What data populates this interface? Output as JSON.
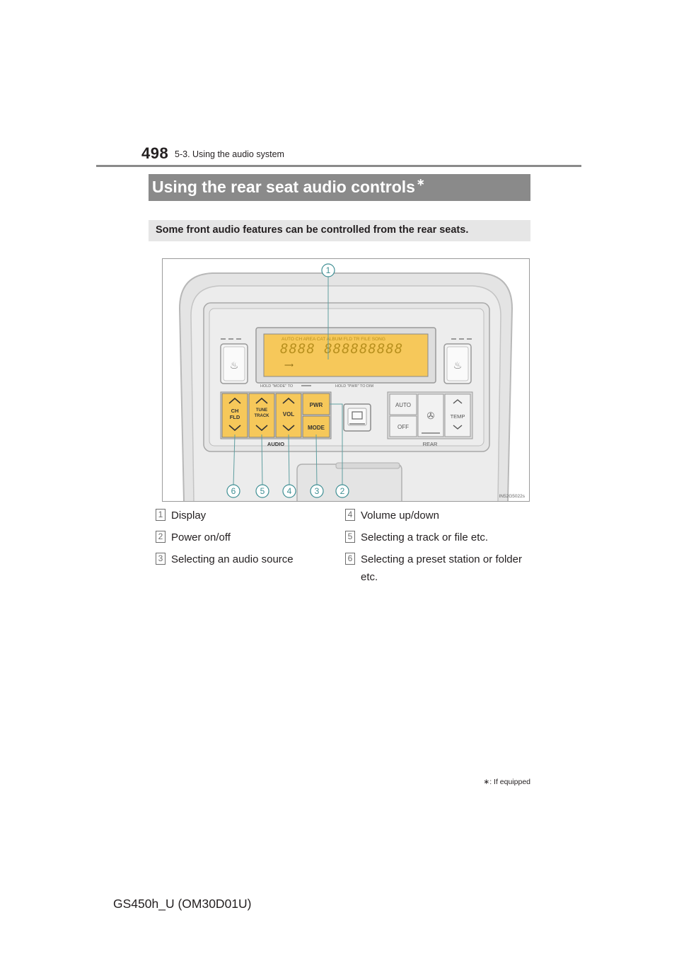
{
  "header": {
    "page_number": "498",
    "section": "5-3. Using the audio system"
  },
  "title": {
    "text": "Using the rear seat audio controls",
    "mark": "∗"
  },
  "summary": "Some front audio features can be controlled from the rear seats.",
  "figure": {
    "code": "IN52G5022s",
    "display_top_text": "AUTO CH AREA CAT ALBUM FLD TR FILE SONG",
    "display_digits": "8888  888888888",
    "hold_mode_text": "HOLD \"MODE\" TO",
    "hold_pwr_text": "HOLD \"PWR\" TO DIM",
    "buttons": {
      "ch": "CH",
      "fld": "FLD",
      "tune": "TUNE",
      "track": "TRACK",
      "vol": "VOL",
      "pwr": "PWR",
      "mode": "MODE",
      "auto": "AUTO",
      "off": "OFF",
      "temp": "TEMP"
    },
    "group_audio": "AUDIO",
    "group_rear": "REAR",
    "callouts": [
      "1",
      "6",
      "5",
      "4",
      "3",
      "2"
    ]
  },
  "legend": [
    {
      "num": "1",
      "text": "Display"
    },
    {
      "num": "2",
      "text": "Power on/off"
    },
    {
      "num": "3",
      "text": "Selecting an audio source"
    },
    {
      "num": "4",
      "text": "Volume up/down"
    },
    {
      "num": "5",
      "text": "Selecting a track or file etc."
    },
    {
      "num": "6",
      "text": "Selecting a preset station or folder etc."
    }
  ],
  "footnote": {
    "mark": "∗",
    "text": ": If equipped"
  },
  "footer": {
    "model": "GS450h_U (OM30D01U)"
  }
}
